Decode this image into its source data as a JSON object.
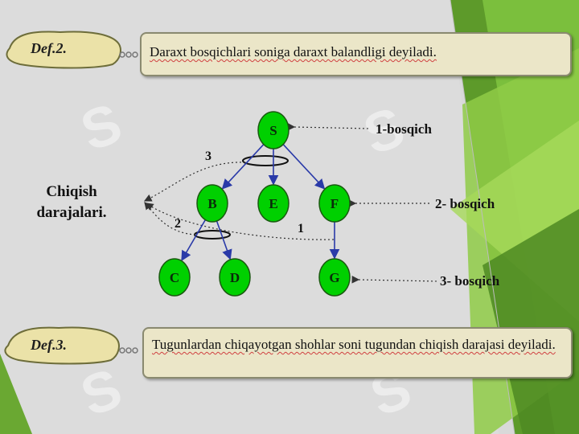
{
  "definitions": {
    "def2_label": "Def.2.",
    "def2_text": "Daraxt bosqichlari soniga daraxt balandligi deyiladi.",
    "def3_label": "Def.3.",
    "def3_text": "Tugunlardan chiqayotgan shohlar soni tugundan chiqish darajasi deyiladi."
  },
  "diagram": {
    "side_title_line1": "Chiqish",
    "side_title_line2": "darajalari.",
    "levels": [
      "1-bosqich",
      "2- bosqich",
      "3- bosqich"
    ],
    "degree_labels": [
      "3",
      "2",
      "1"
    ],
    "nodes": [
      "S",
      "B",
      "E",
      "F",
      "C",
      "D",
      "G"
    ],
    "edges": [
      [
        "S",
        "B"
      ],
      [
        "S",
        "E"
      ],
      [
        "S",
        "F"
      ],
      [
        "B",
        "C"
      ],
      [
        "B",
        "D"
      ],
      [
        "F",
        "G"
      ]
    ]
  },
  "colors": {
    "node_fill": "#00d000",
    "edge": "#2a3aa8",
    "box_fill": "#ebe6c8",
    "green_accent": "#6aa832",
    "background": "#d9d9d9"
  }
}
